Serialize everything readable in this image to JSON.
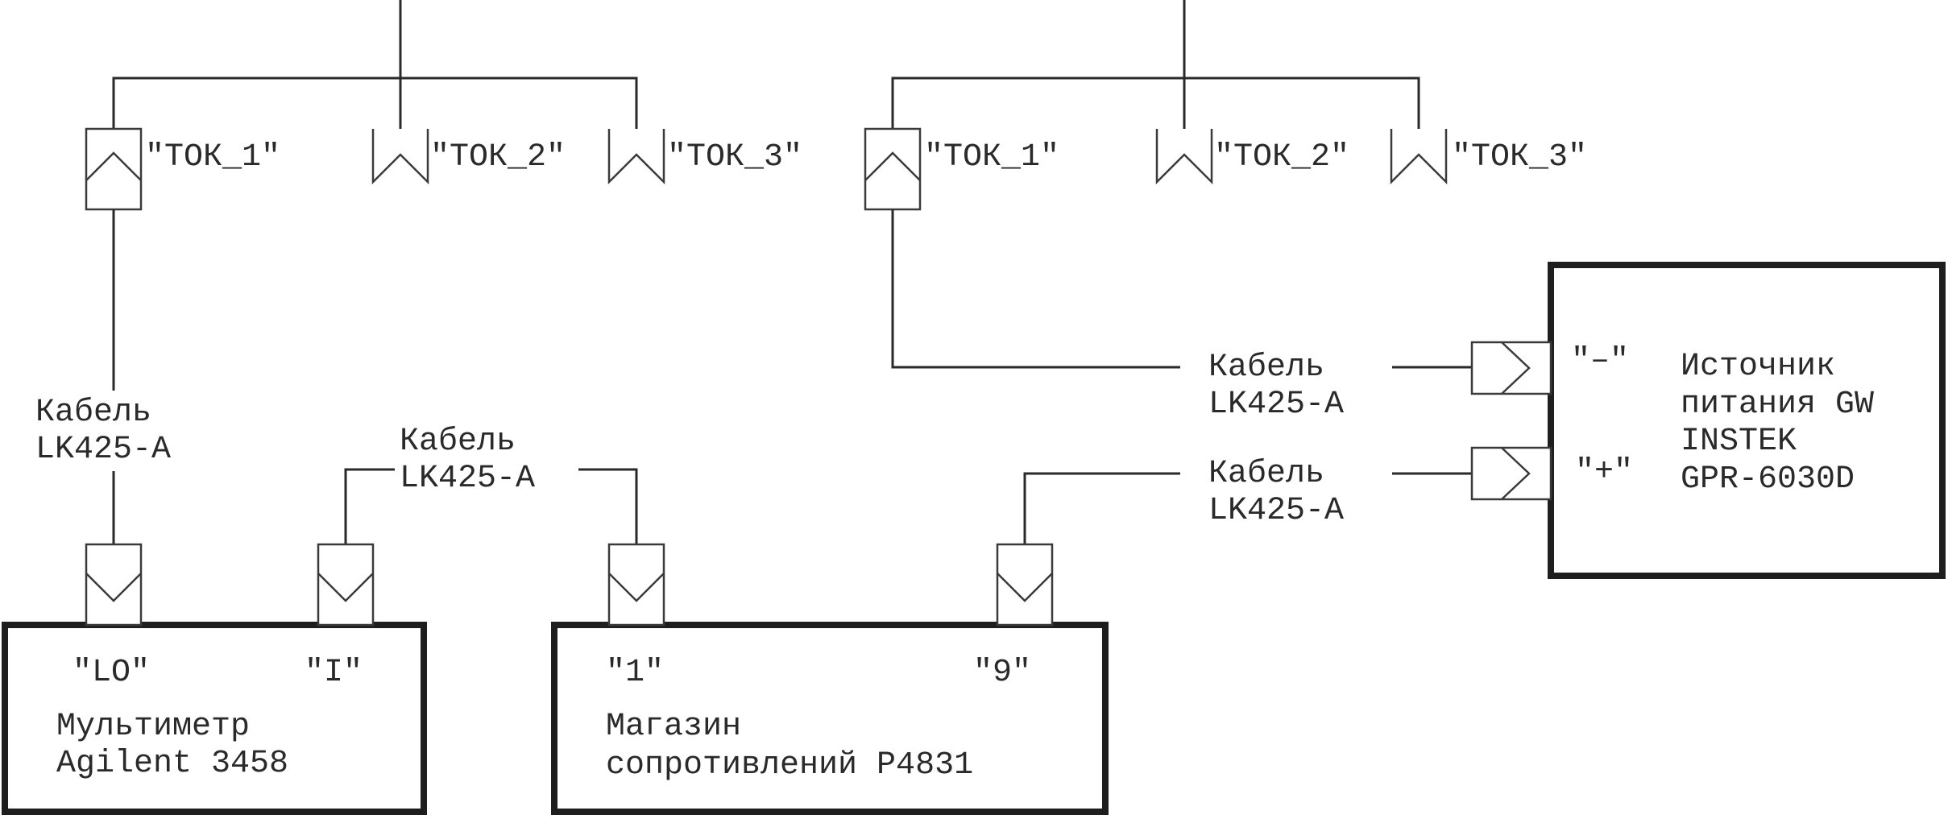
{
  "left_group": {
    "connectors": [
      "\"ТОК_1\"",
      "\"ТОК_2\"",
      "\"ТОК_3\""
    ],
    "cable": {
      "line1": "Кабель",
      "line2": "LK425-A"
    }
  },
  "right_group": {
    "connectors": [
      "\"ТОК_1\"",
      "\"ТОК_2\"",
      "\"ТОК_3\""
    ]
  },
  "mid_cable": {
    "line1": "Кабель",
    "line2": "LK425-A"
  },
  "psu_cables": [
    {
      "line1": "Кабель",
      "line2": "LK425-A"
    },
    {
      "line1": "Кабель",
      "line2": "LK425-A"
    }
  ],
  "multimeter": {
    "terminal_lo": "\"LO\"",
    "terminal_i": "\"I\"",
    "name_line1": "Мультиметр",
    "name_line2": "Agilent  3458"
  },
  "resistance_box": {
    "terminal_1": "\"1\"",
    "terminal_9": "\"9\"",
    "name_line1": "Магазин",
    "name_line2": "сопротивлений  Р4831"
  },
  "power_supply": {
    "terminal_minus": "\"–\"",
    "terminal_plus": "\"+\"",
    "name_line1": "Источник",
    "name_line2": "питания  GW",
    "name_line3": "INSTEK",
    "name_line4": "GPR-6030D"
  }
}
